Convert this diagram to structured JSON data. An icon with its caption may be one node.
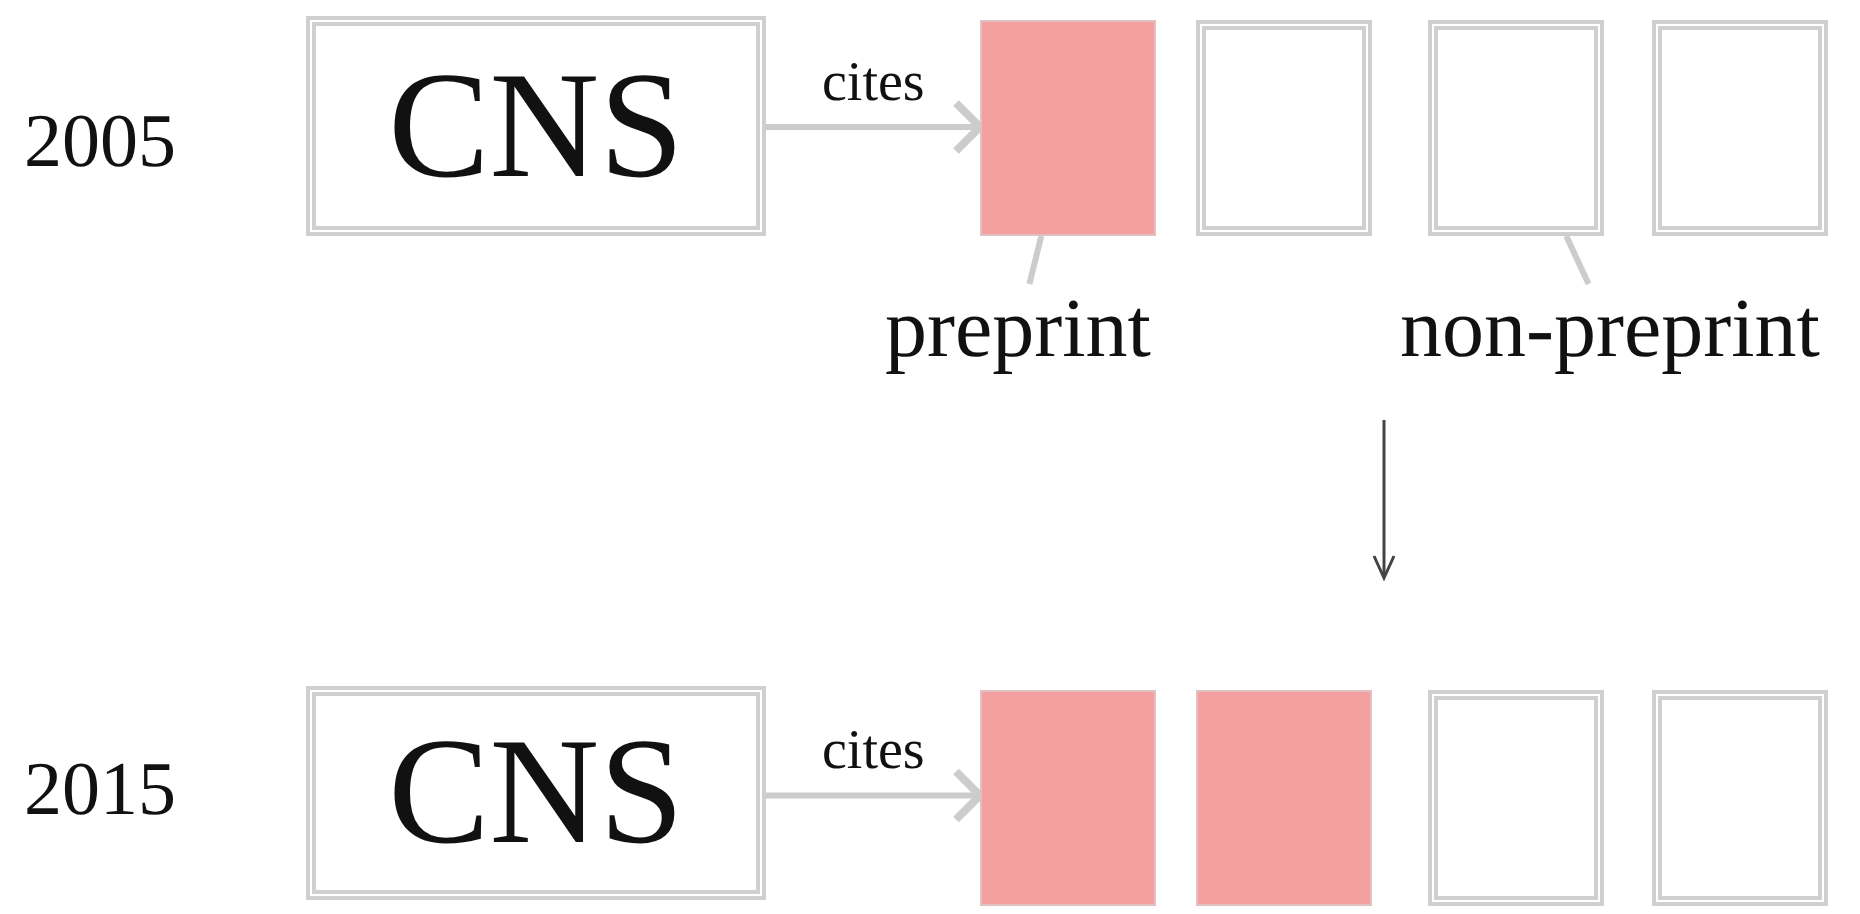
{
  "diagram": {
    "nodes": [
      {
        "text": [
          "CNS"
        ],
        "beside": [
          "2005"
        ]
      },
      {
        "text": [],
        "shape": "box"
      },
      {
        "text": [],
        "shape": "box"
      },
      {
        "text": [],
        "shape": "box"
      },
      {
        "text": [],
        "shape": "box"
      },
      {
        "text": [
          "preprint"
        ]
      },
      {
        "text": [
          "non-preprint"
        ]
      },
      {
        "text": [
          "CNS"
        ],
        "beside": [
          "2015"
        ]
      },
      {
        "text": [],
        "shape": "box"
      },
      {
        "text": [],
        "shape": "box"
      },
      {
        "text": [],
        "shape": "box"
      },
      {
        "text": [],
        "shape": "box"
      }
    ],
    "edges": [
      {
        "from": 0,
        "to": 1,
        "arrow": "to",
        "label": "cites"
      },
      {
        "from": 5,
        "to": 1,
        "arrow": "none"
      },
      {
        "from": 6,
        "to": 3,
        "arrow": "none"
      },
      {
        "from": 7,
        "to": 8,
        "arrow": "to",
        "label": "cites"
      }
    ]
  }
}
